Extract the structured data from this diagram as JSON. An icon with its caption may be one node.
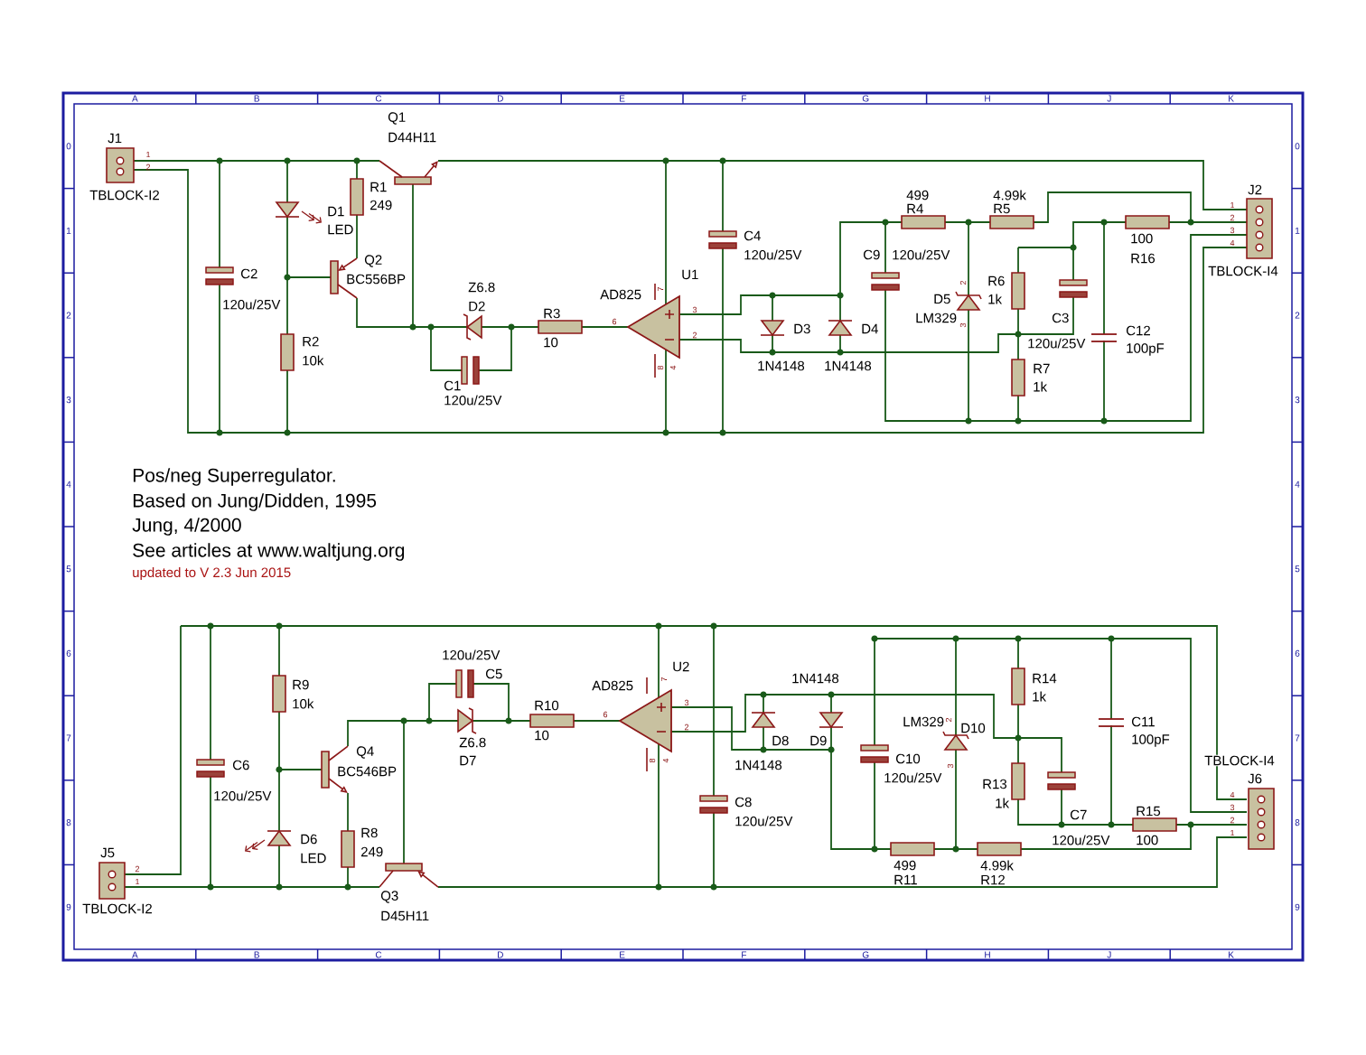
{
  "diagram": {
    "labels": [
      "A",
      "B",
      "C",
      "D",
      "E",
      "F",
      "G",
      "H",
      "J",
      "K",
      "0",
      "1",
      "2",
      "3",
      "4",
      "5",
      "6",
      "7",
      "8",
      "9",
      "0",
      "1",
      "2",
      "3",
      "4",
      "5",
      "6",
      "7",
      "8",
      "9",
      "J1",
      "1",
      "2",
      "TBLOCK-I2",
      "Q1",
      "D44H11",
      "R1",
      "249",
      "D1",
      "LED",
      "Q2",
      "BC556BP",
      "C2",
      "120u/25V",
      "R2",
      "10k",
      "Z6.8",
      "D2",
      "R3",
      "10",
      "6",
      "C1",
      "120u/25V",
      "AD825",
      "U1",
      "7",
      "3",
      "2",
      "8",
      "4",
      "C4",
      "120u/25V",
      "D3",
      "D4",
      "1N4148",
      "1N4148",
      "499",
      "R4",
      "4.99k",
      "R5",
      "C9",
      "120u/25V",
      "R6",
      "D5",
      "1k",
      "LM329",
      "2",
      "3",
      "C3",
      "120u/25V",
      "R7",
      "1k",
      "100",
      "R16",
      "C12",
      "100pF",
      "J2",
      "1",
      "2",
      "3",
      "4",
      "TBLOCK-I4",
      "Pos/neg Superregulator.",
      "Based on Jung/Didden, 1995",
      "Jung, 4/2000",
      "See articles at www.waltjung.org",
      "updated to V 2.3 Jun 2015",
      "120u/25V",
      "C5",
      "U2",
      "AD825",
      "7",
      "1N4148",
      "R14",
      "1k",
      "R9",
      "10k",
      "R10",
      "6",
      "3",
      "LM329",
      "2",
      "C11",
      "2",
      "D10",
      "10",
      "Z6.8",
      "D8",
      "D9",
      "100pF",
      "C6",
      "Q4",
      "D7",
      "8",
      "4",
      "1N4148",
      "C10",
      "3",
      "TBLOCK-I4",
      "BC546BP",
      "120u/25V",
      "J6",
      "R13",
      "120u/25V",
      "4",
      "C8",
      "1k",
      "C7",
      "R15",
      "3",
      "120u/25V",
      "2",
      "R8",
      "1",
      "D6",
      "120u/25V",
      "100",
      "J5",
      "249",
      "LED",
      "499",
      "4.99k",
      "2",
      "R11",
      "R12",
      "1",
      "Q3",
      "TBLOCK-I2",
      "D45H11",
      "A",
      "B",
      "C",
      "D",
      "E",
      "F",
      "G",
      "H",
      "J",
      "K"
    ]
  }
}
